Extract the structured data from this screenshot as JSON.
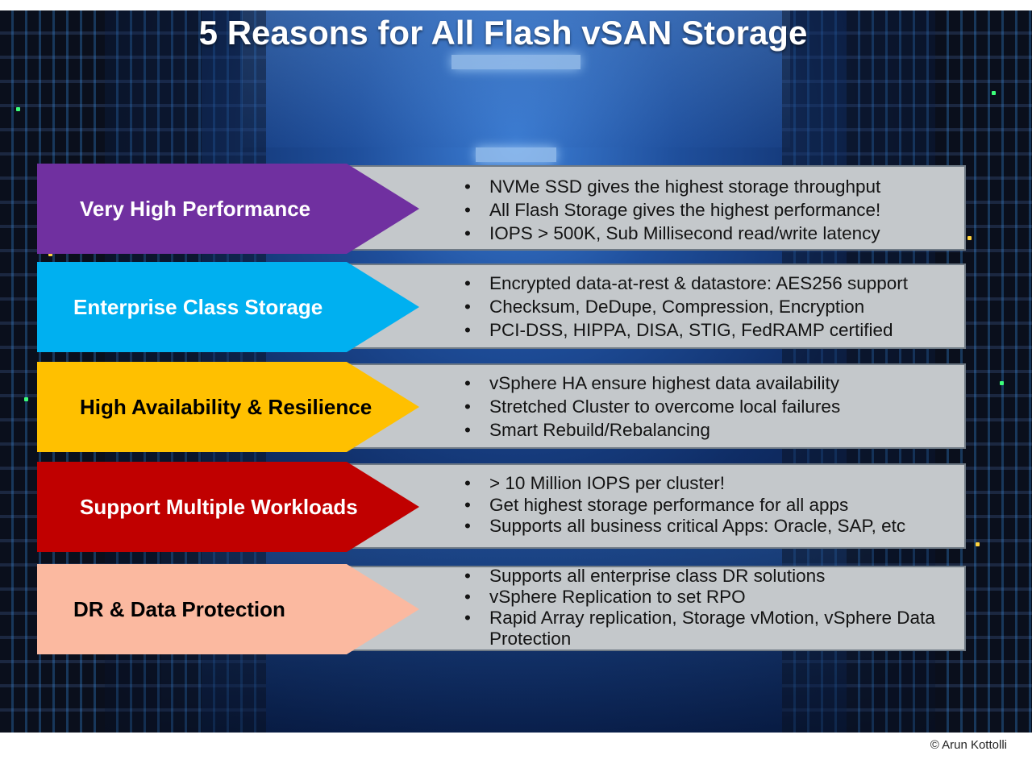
{
  "title": "5 Reasons for All Flash vSAN Storage",
  "bullet_glyph": "•",
  "reasons": [
    {
      "label": "Very High Performance",
      "color": "#7030a0",
      "text_color": "#ffffff",
      "bullets": [
        "NVMe SSD gives the highest storage throughput",
        "All Flash Storage gives the highest performance!",
        "IOPS > 500K, Sub Millisecond read/write latency"
      ]
    },
    {
      "label": "Enterprise Class Storage",
      "color": "#00b0f0",
      "text_color": "#ffffff",
      "bullets": [
        "Encrypted data-at-rest & datastore: AES256 support",
        "Checksum, DeDupe, Compression, Encryption",
        "PCI-DSS, HIPPA, DISA, STIG, FedRAMP  certified"
      ]
    },
    {
      "label": "High Availability & Resilience",
      "color": "#ffc000",
      "text_color": "#000000",
      "bullets": [
        "vSphere HA ensure highest data availability",
        "Stretched Cluster to overcome local failures",
        "Smart Rebuild/Rebalancing"
      ]
    },
    {
      "label": "Support Multiple Workloads",
      "color": "#c00000",
      "text_color": "#ffffff",
      "bullets": [
        "> 10 Million IOPS per cluster!",
        "Get highest storage performance for all apps",
        "Supports all business critical Apps: Oracle, SAP, etc"
      ]
    },
    {
      "label": "DR & Data Protection",
      "color": "#fbb9a0",
      "text_color": "#000000",
      "bullets": [
        "Supports all enterprise class DR solutions",
        "vSphere Replication to set RPO",
        "Rapid Array replication, Storage vMotion, vSphere Data Protection"
      ]
    }
  ],
  "copyright": "© Arun  Kottolli"
}
